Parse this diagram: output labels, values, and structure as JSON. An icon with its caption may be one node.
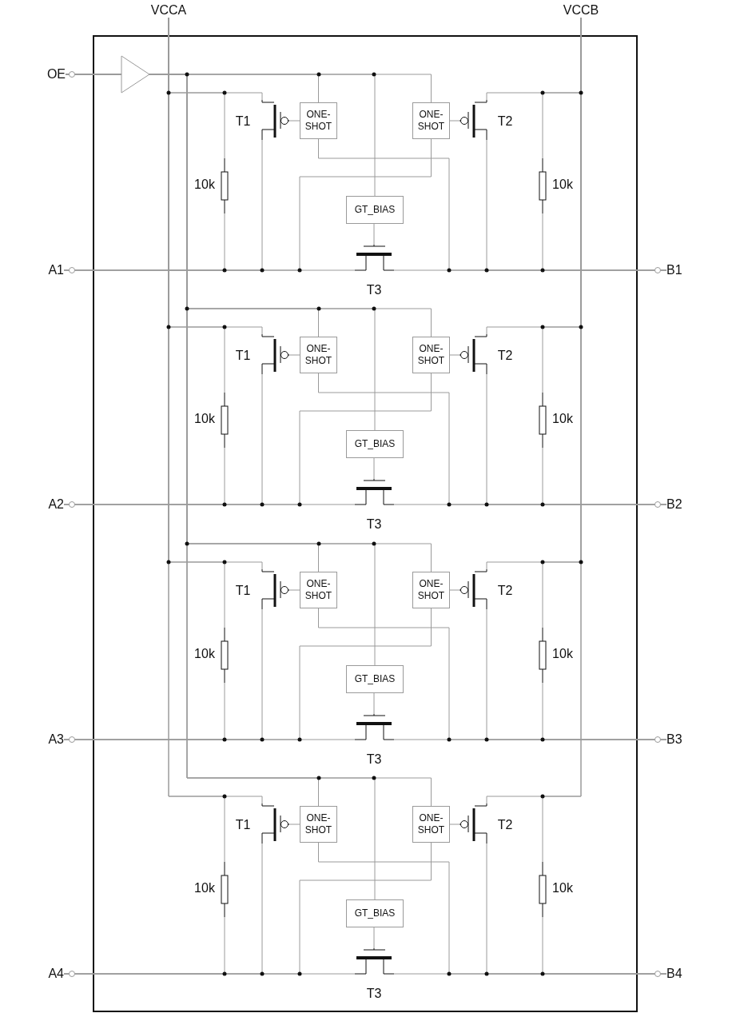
{
  "diagram": {
    "nodes": [
      {
        "text": [
          "VCCA"
        ]
      },
      {
        "text": [
          "VCCB"
        ]
      },
      {
        "text": [
          "OE"
        ]
      },
      {
        "text": [],
        "shape": "transistor",
        "beside": [
          "T1"
        ]
      },
      {
        "text": [
          "ONE-SHOT"
        ]
      },
      {
        "text": [
          "ONE-SHOT"
        ]
      },
      {
        "text": [],
        "shape": "transistor",
        "beside": [
          "T2"
        ]
      },
      {
        "text": [],
        "shape": "resistor",
        "beside": [
          "10k"
        ]
      },
      {
        "text": [],
        "shape": "resistor",
        "beside": [
          "10k"
        ]
      },
      {
        "text": [
          "GT_BIAS"
        ]
      },
      {
        "text": [
          "A1"
        ]
      },
      {
        "text": [],
        "shape": "transistor",
        "beside": [
          "T3"
        ]
      },
      {
        "text": [
          "B1"
        ]
      },
      {
        "text": [],
        "shape": "transistor",
        "beside": [
          "T1"
        ]
      },
      {
        "text": [
          "ONE-SHOT"
        ]
      },
      {
        "text": [
          "ONE-SHOT"
        ]
      },
      {
        "text": [],
        "shape": "transistor",
        "beside": [
          "T2"
        ]
      },
      {
        "text": [],
        "shape": "resistor",
        "beside": [
          "10k"
        ]
      },
      {
        "text": [],
        "shape": "resistor",
        "beside": [
          "10k"
        ]
      },
      {
        "text": [
          "GT_BIAS"
        ]
      },
      {
        "text": [
          "A2"
        ]
      },
      {
        "text": [],
        "shape": "transistor",
        "beside": [
          "T3"
        ]
      },
      {
        "text": [
          "B2"
        ]
      },
      {
        "text": [],
        "shape": "transistor",
        "beside": [
          "T1"
        ]
      },
      {
        "text": [
          "ONE-SHOT"
        ]
      },
      {
        "text": [
          "ONE-SHOT"
        ]
      },
      {
        "text": [],
        "shape": "transistor",
        "beside": [
          "T2"
        ]
      },
      {
        "text": [],
        "shape": "resistor",
        "beside": [
          "10k"
        ]
      },
      {
        "text": [],
        "shape": "resistor",
        "beside": [
          "10k"
        ]
      },
      {
        "text": [
          "GT_BIAS"
        ]
      },
      {
        "text": [
          "A3"
        ]
      },
      {
        "text": [],
        "shape": "transistor",
        "beside": [
          "T3"
        ]
      },
      {
        "text": [
          "B3"
        ]
      },
      {
        "text": [],
        "shape": "transistor",
        "beside": [
          "T1"
        ]
      },
      {
        "text": [
          "ONE-SHOT"
        ]
      },
      {
        "text": [
          "ONE-SHOT"
        ]
      },
      {
        "text": [],
        "shape": "transistor",
        "beside": [
          "T2"
        ]
      },
      {
        "text": [],
        "shape": "resistor",
        "beside": [
          "10k"
        ]
      },
      {
        "text": [],
        "shape": "resistor",
        "beside": [
          "10k"
        ]
      },
      {
        "text": [
          "GT_BIAS"
        ]
      },
      {
        "text": [
          "A4"
        ]
      },
      {
        "text": [],
        "shape": "transistor",
        "beside": [
          "T3"
        ]
      },
      {
        "text": [
          "B4"
        ]
      }
    ],
    "edges": [
      {
        "from": 2,
        "to": 4,
        "arrow": "none"
      },
      {
        "from": 2,
        "to": 5,
        "arrow": "none"
      },
      {
        "from": 2,
        "to": 9,
        "arrow": "none"
      },
      {
        "from": 4,
        "to": 3,
        "arrow": "none"
      },
      {
        "from": 5,
        "to": 6,
        "arrow": "none"
      },
      {
        "from": 9,
        "to": 11,
        "arrow": "none"
      },
      {
        "from": 0,
        "to": 3,
        "arrow": "none"
      },
      {
        "from": 0,
        "to": 7,
        "arrow": "none"
      },
      {
        "from": 1,
        "to": 6,
        "arrow": "none"
      },
      {
        "from": 1,
        "to": 8,
        "arrow": "none"
      },
      {
        "from": 3,
        "to": 10,
        "arrow": "none"
      },
      {
        "from": 7,
        "to": 10,
        "arrow": "none"
      },
      {
        "from": 6,
        "to": 12,
        "arrow": "none"
      },
      {
        "from": 8,
        "to": 12,
        "arrow": "none"
      },
      {
        "from": 10,
        "to": 11,
        "arrow": "none"
      },
      {
        "from": 11,
        "to": 12,
        "arrow": "none"
      },
      {
        "from": 4,
        "to": 12,
        "arrow": "none"
      },
      {
        "from": 5,
        "to": 10,
        "arrow": "none"
      },
      {
        "from": 2,
        "to": 14,
        "arrow": "none"
      },
      {
        "from": 2,
        "to": 15,
        "arrow": "none"
      },
      {
        "from": 2,
        "to": 19,
        "arrow": "none"
      },
      {
        "from": 14,
        "to": 13,
        "arrow": "none"
      },
      {
        "from": 15,
        "to": 16,
        "arrow": "none"
      },
      {
        "from": 19,
        "to": 21,
        "arrow": "none"
      },
      {
        "from": 0,
        "to": 13,
        "arrow": "none"
      },
      {
        "from": 0,
        "to": 17,
        "arrow": "none"
      },
      {
        "from": 1,
        "to": 16,
        "arrow": "none"
      },
      {
        "from": 1,
        "to": 18,
        "arrow": "none"
      },
      {
        "from": 13,
        "to": 20,
        "arrow": "none"
      },
      {
        "from": 17,
        "to": 20,
        "arrow": "none"
      },
      {
        "from": 16,
        "to": 22,
        "arrow": "none"
      },
      {
        "from": 18,
        "to": 22,
        "arrow": "none"
      },
      {
        "from": 20,
        "to": 21,
        "arrow": "none"
      },
      {
        "from": 21,
        "to": 22,
        "arrow": "none"
      },
      {
        "from": 14,
        "to": 22,
        "arrow": "none"
      },
      {
        "from": 15,
        "to": 20,
        "arrow": "none"
      },
      {
        "from": 2,
        "to": 24,
        "arrow": "none"
      },
      {
        "from": 2,
        "to": 25,
        "arrow": "none"
      },
      {
        "from": 2,
        "to": 29,
        "arrow": "none"
      },
      {
        "from": 24,
        "to": 23,
        "arrow": "none"
      },
      {
        "from": 25,
        "to": 26,
        "arrow": "none"
      },
      {
        "from": 29,
        "to": 31,
        "arrow": "none"
      },
      {
        "from": 0,
        "to": 23,
        "arrow": "none"
      },
      {
        "from": 0,
        "to": 27,
        "arrow": "none"
      },
      {
        "from": 1,
        "to": 26,
        "arrow": "none"
      },
      {
        "from": 1,
        "to": 28,
        "arrow": "none"
      },
      {
        "from": 23,
        "to": 30,
        "arrow": "none"
      },
      {
        "from": 27,
        "to": 30,
        "arrow": "none"
      },
      {
        "from": 26,
        "to": 32,
        "arrow": "none"
      },
      {
        "from": 28,
        "to": 32,
        "arrow": "none"
      },
      {
        "from": 30,
        "to": 31,
        "arrow": "none"
      },
      {
        "from": 31,
        "to": 32,
        "arrow": "none"
      },
      {
        "from": 24,
        "to": 32,
        "arrow": "none"
      },
      {
        "from": 25,
        "to": 30,
        "arrow": "none"
      },
      {
        "from": 2,
        "to": 34,
        "arrow": "none"
      },
      {
        "from": 2,
        "to": 35,
        "arrow": "none"
      },
      {
        "from": 2,
        "to": 39,
        "arrow": "none"
      },
      {
        "from": 34,
        "to": 33,
        "arrow": "none"
      },
      {
        "from": 35,
        "to": 36,
        "arrow": "none"
      },
      {
        "from": 39,
        "to": 41,
        "arrow": "none"
      },
      {
        "from": 0,
        "to": 33,
        "arrow": "none"
      },
      {
        "from": 0,
        "to": 37,
        "arrow": "none"
      },
      {
        "from": 1,
        "to": 36,
        "arrow": "none"
      },
      {
        "from": 1,
        "to": 38,
        "arrow": "none"
      },
      {
        "from": 33,
        "to": 40,
        "arrow": "none"
      },
      {
        "from": 37,
        "to": 40,
        "arrow": "none"
      },
      {
        "from": 36,
        "to": 42,
        "arrow": "none"
      },
      {
        "from": 38,
        "to": 42,
        "arrow": "none"
      },
      {
        "from": 40,
        "to": 41,
        "arrow": "none"
      },
      {
        "from": 41,
        "to": 42,
        "arrow": "none"
      },
      {
        "from": 34,
        "to": 42,
        "arrow": "none"
      },
      {
        "from": 35,
        "to": 40,
        "arrow": "none"
      }
    ]
  }
}
